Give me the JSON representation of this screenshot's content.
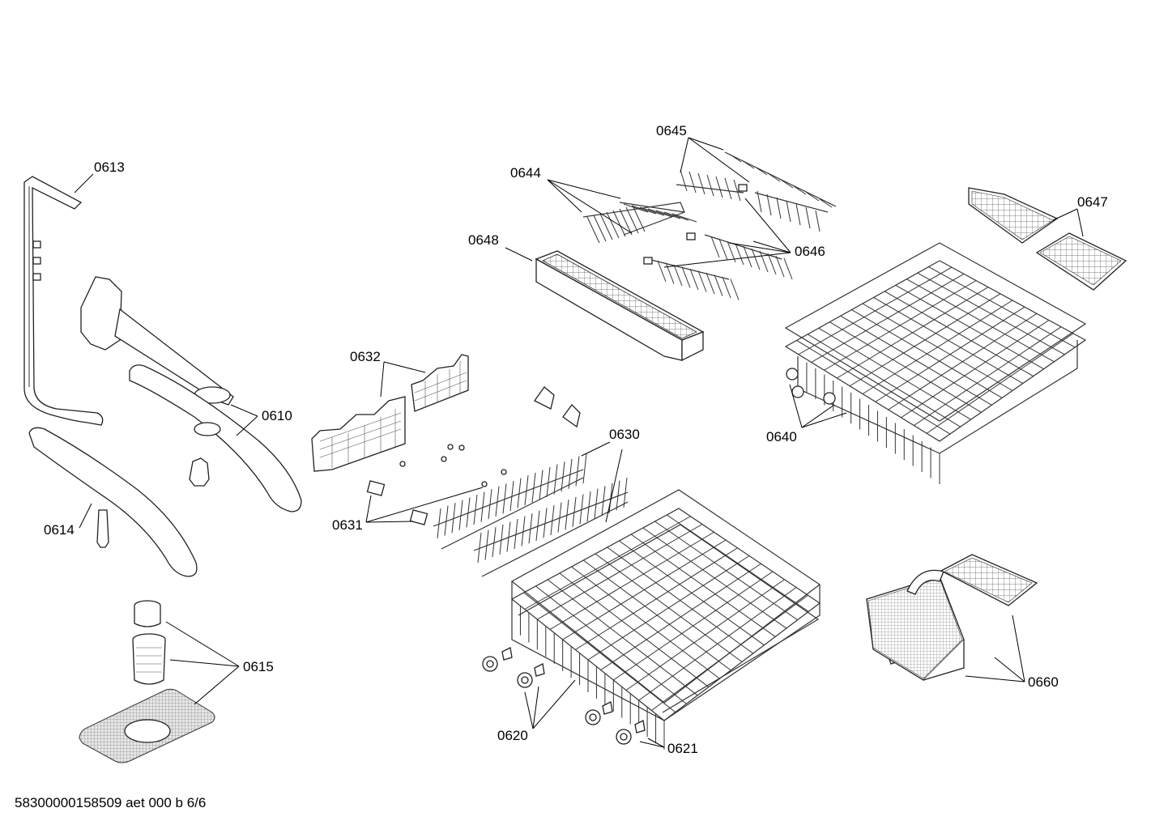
{
  "drawing_id": "58300000158509 aet 000 b 6/6",
  "callouts": {
    "c0613": "0613",
    "c0610": "0610",
    "c0614": "0614",
    "c0615": "0615",
    "c0632": "0632",
    "c0631": "0631",
    "c0630": "0630",
    "c0620": "0620",
    "c0621": "0621",
    "c0648": "0648",
    "c0644": "0644",
    "c0645": "0645",
    "c0646": "0646",
    "c0647": "0647",
    "c0640": "0640",
    "c0660": "0660"
  }
}
